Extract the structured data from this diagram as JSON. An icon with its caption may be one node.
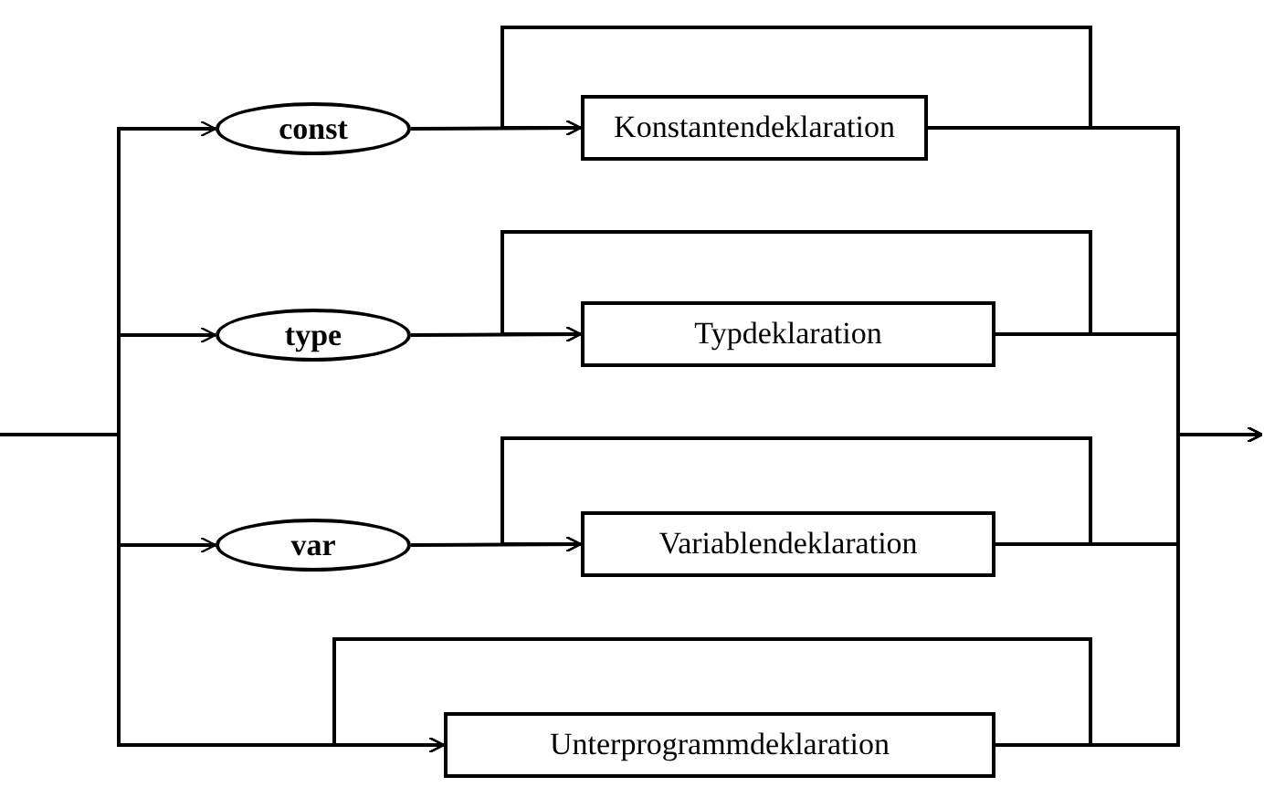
{
  "diagram": {
    "nodes": [
      {
        "text": [
          "const"
        ]
      },
      {
        "text": [
          "Konstantendeklaration"
        ]
      },
      {
        "text": [
          "type"
        ]
      },
      {
        "text": [
          "Typdeklaration"
        ]
      },
      {
        "text": [
          "var"
        ]
      },
      {
        "text": [
          "Variablendeklaration"
        ]
      },
      {
        "text": [
          "Unterprogrammdeklaration"
        ]
      }
    ],
    "edges": [
      {
        "from": null,
        "to": 0,
        "arrow": "to"
      },
      {
        "from": null,
        "to": 2,
        "arrow": "to"
      },
      {
        "from": null,
        "to": 4,
        "arrow": "to"
      },
      {
        "from": null,
        "to": 6,
        "arrow": "to"
      },
      {
        "from": 0,
        "to": 1,
        "arrow": "to"
      },
      {
        "from": 2,
        "to": 3,
        "arrow": "to"
      },
      {
        "from": 4,
        "to": 5,
        "arrow": "to"
      },
      {
        "from": 1,
        "to": 1,
        "arrow": "to"
      },
      {
        "from": 3,
        "to": 3,
        "arrow": "to"
      },
      {
        "from": 5,
        "to": 5,
        "arrow": "to"
      },
      {
        "from": 6,
        "to": 6,
        "arrow": "to"
      },
      {
        "from": 1,
        "to": null,
        "arrow": "to"
      },
      {
        "from": 3,
        "to": null,
        "arrow": "to"
      },
      {
        "from": 5,
        "to": null,
        "arrow": "to"
      },
      {
        "from": 6,
        "to": null,
        "arrow": "to"
      }
    ]
  }
}
